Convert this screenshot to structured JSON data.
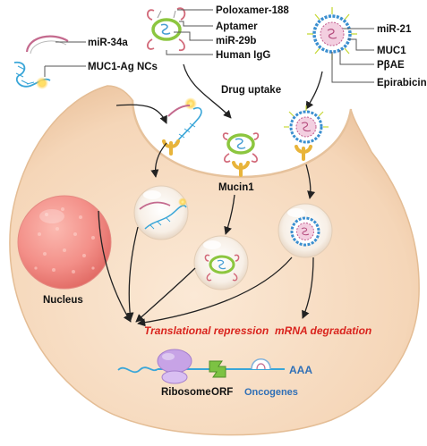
{
  "labels": {
    "mir34a": "miR-34a",
    "muc1_ag_ncs": "MUC1-Ag NCs",
    "poloxamer": "Poloxamer-188",
    "aptamer": "Aptamer",
    "mir29b": "miR-29b",
    "human_igg": "Human IgG",
    "mir21": "miR-21",
    "muc1": "MUC1",
    "pbae": "PβAE",
    "epirabicin": "Epirabicin",
    "drug_uptake": "Drug uptake",
    "mucin1": "Mucin1",
    "nucleus": "Nucleus",
    "translational_repression": "Translational repression",
    "mrna_degradation": "mRNA degradation",
    "ribosome": "Ribosome",
    "orf": "ORF",
    "oncogenes": "Oncogenes",
    "aaa": "AAA"
  },
  "colors": {
    "cell": "#f6dcc2",
    "cell_edge": "#e4bd95",
    "nucleus": "#f28c88",
    "red_text": "#d9231d",
    "blue_text": "#2f6fb6",
    "receptor": "#e8b43a",
    "ribosome": "#c7a3e6",
    "orf": "#7cc243"
  }
}
